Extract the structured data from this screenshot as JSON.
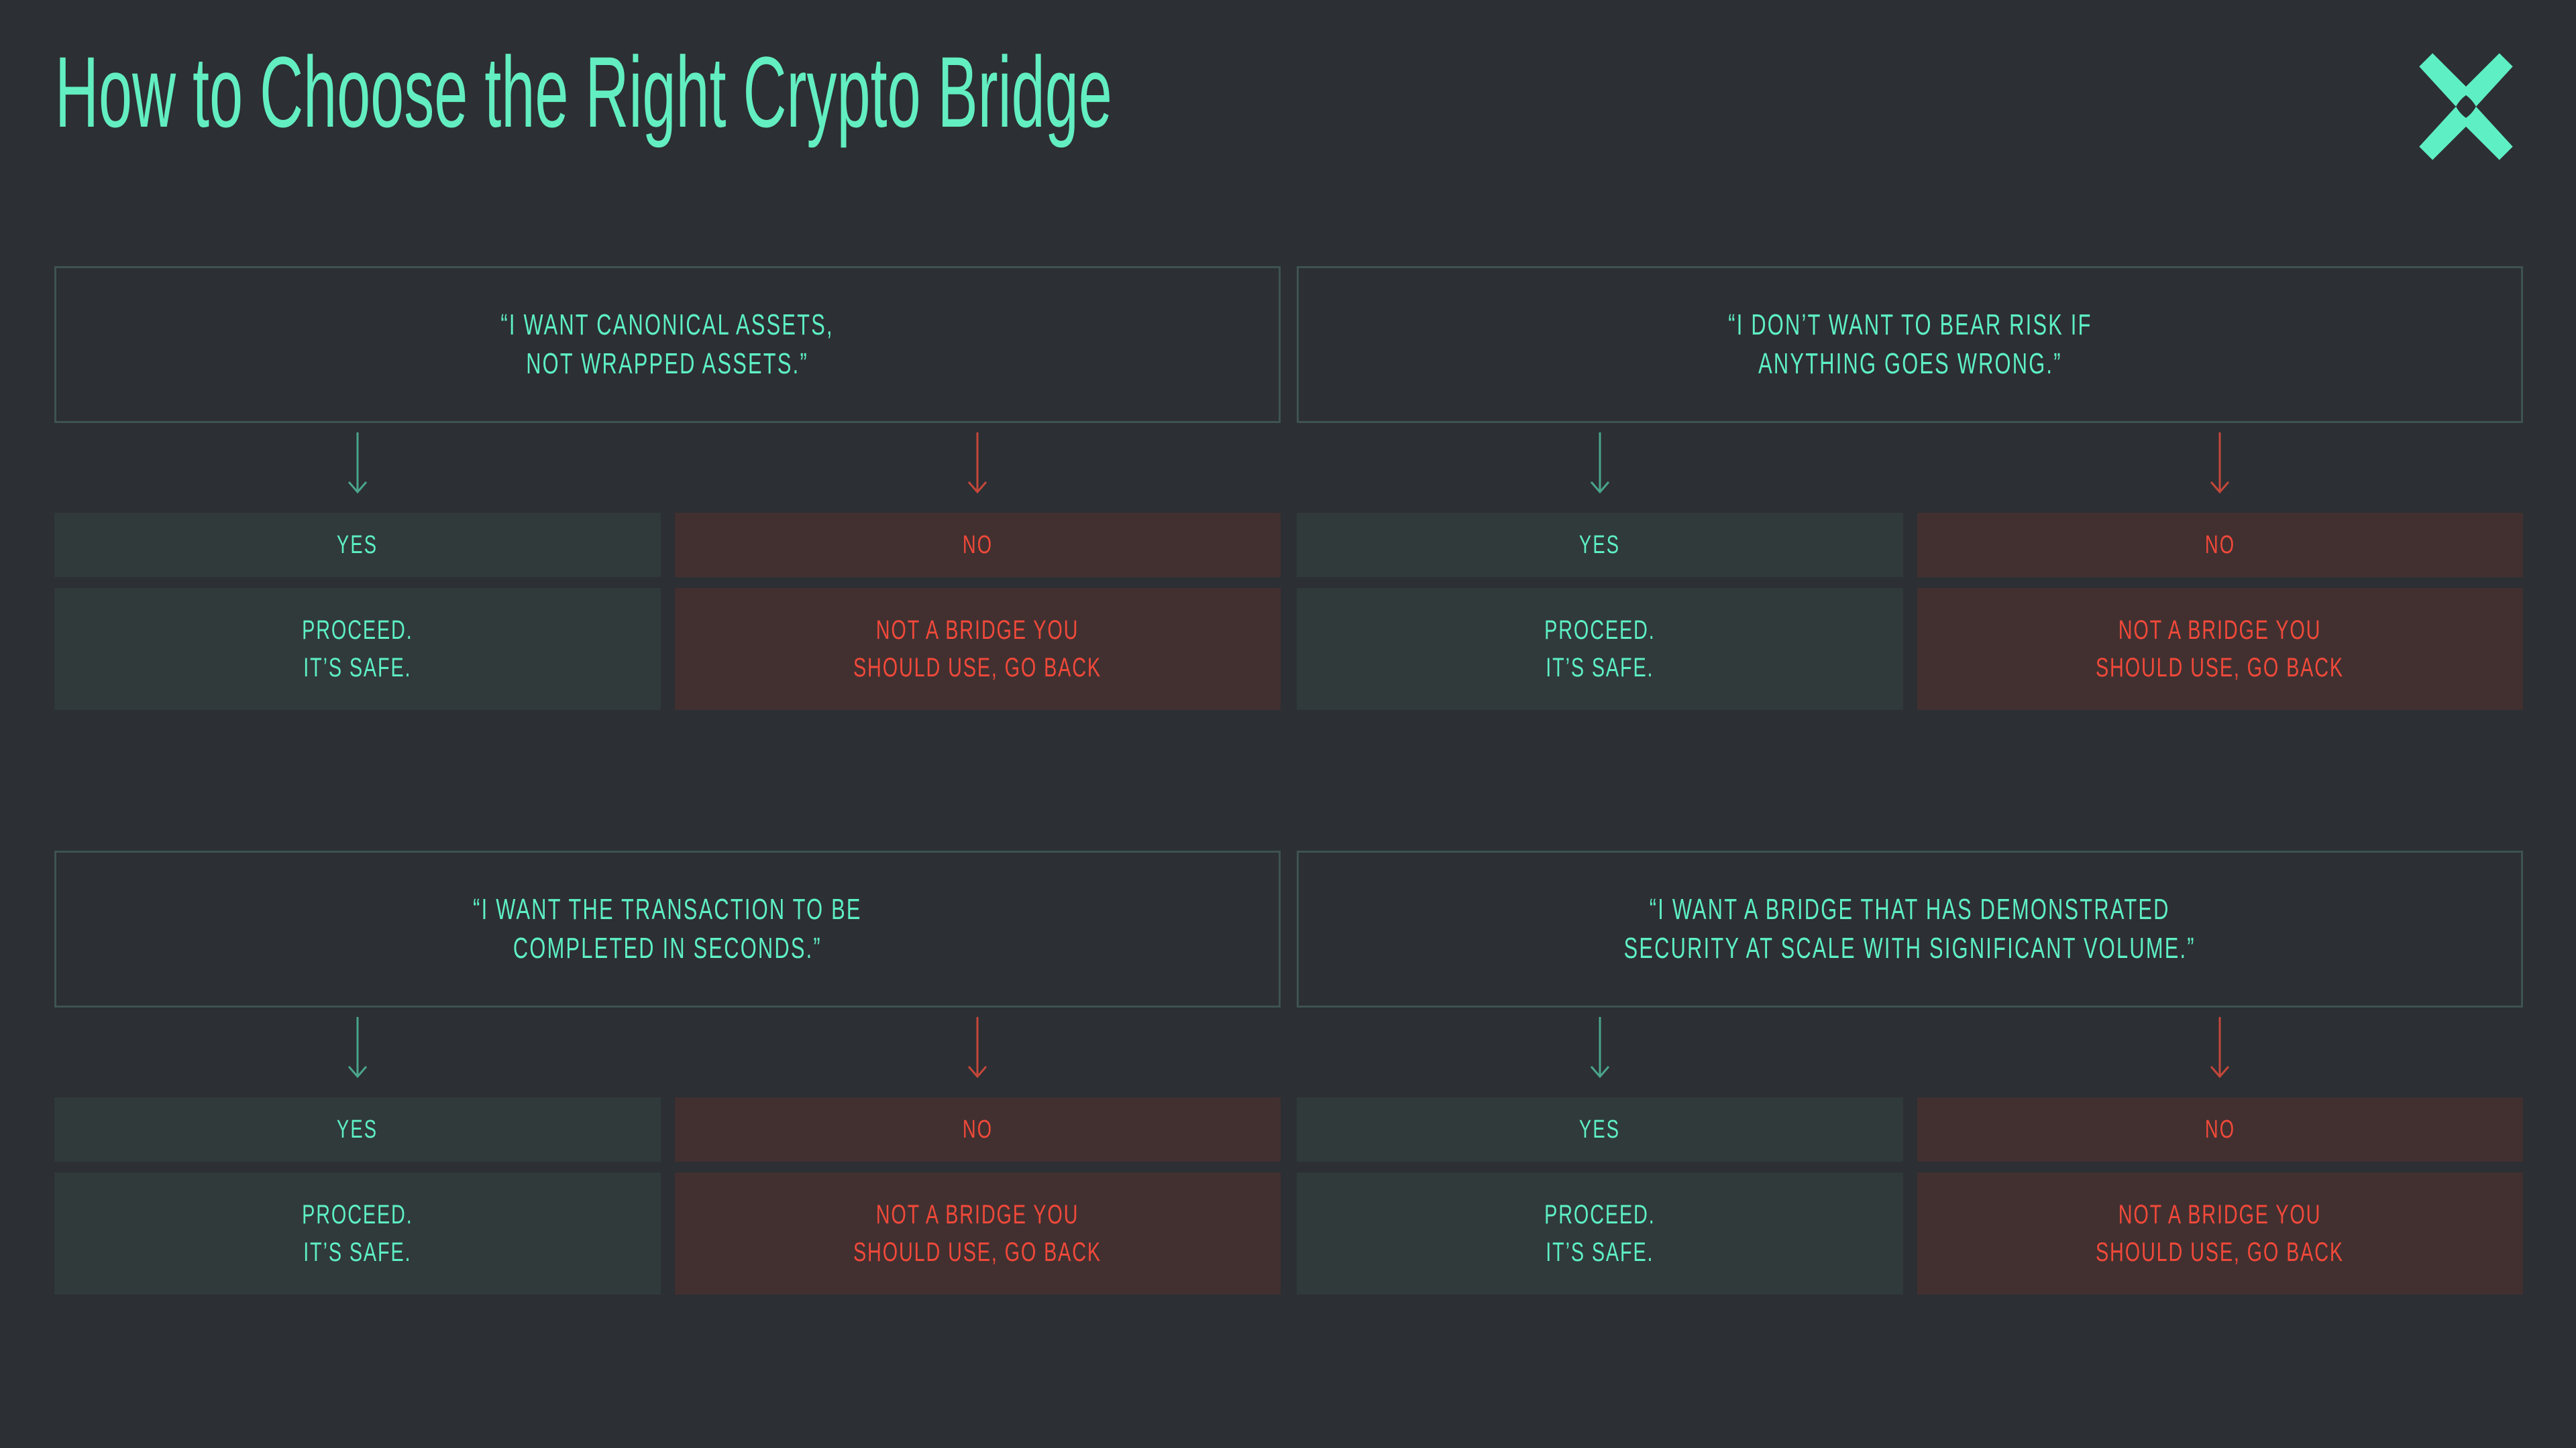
{
  "header": {
    "title": "How to Choose the Right Crypto Bridge",
    "logo_name": "across-x-logo"
  },
  "colors": {
    "background": "#2c2f33",
    "accent_green": "#5ef0c4",
    "title_green": "#62eec0",
    "danger_red": "#f1493a",
    "yes_box_fill": "#303a3b",
    "no_box_fill": "#423030",
    "question_border": "#3e5352",
    "arrow_green": "#4aa58c",
    "arrow_red": "#c4473a"
  },
  "labels": {
    "yes": "YES",
    "no": "NO",
    "proceed": "PROCEED.\nIT’S SAFE.",
    "not_a_bridge": "NOT A BRIDGE YOU\nSHOULD USE, GO BACK"
  },
  "flow": {
    "rows": [
      {
        "branches": [
          {
            "question": "“I WANT CANONICAL ASSETS,\nNOT WRAPPED ASSETS.”"
          },
          {
            "question": "“I DON’T WANT TO BEAR RISK IF\nANYTHING GOES WRONG.”"
          }
        ]
      },
      {
        "branches": [
          {
            "question": "“I WANT THE TRANSACTION TO BE\nCOMPLETED IN SECONDS.”"
          },
          {
            "question": "“I WANT A BRIDGE THAT HAS DEMONSTRATED\nSECURITY AT SCALE WITH SIGNIFICANT VOLUME.”"
          }
        ]
      }
    ]
  }
}
